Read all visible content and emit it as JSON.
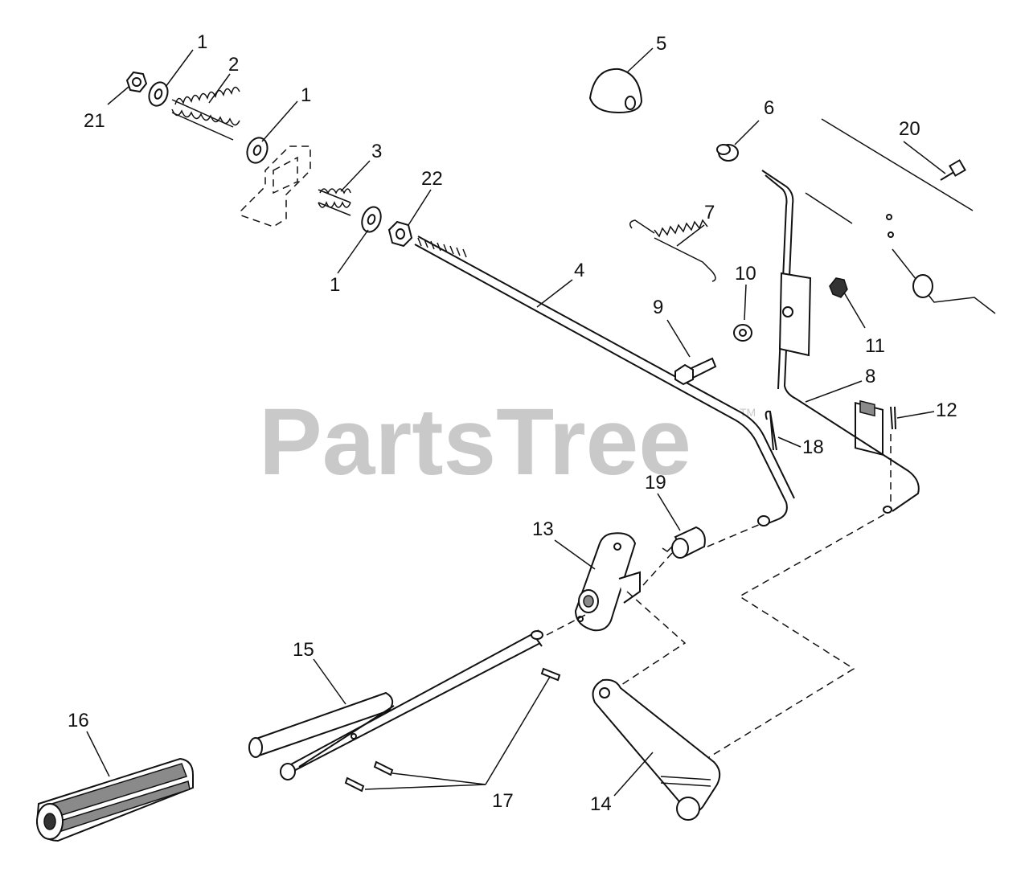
{
  "watermark": {
    "brand": "PartsTree",
    "trademark": "TM"
  },
  "callouts": {
    "c1a": "1",
    "c1b": "1",
    "c1c": "1",
    "c2": "2",
    "c3": "3",
    "c4": "4",
    "c5": "5",
    "c6": "6",
    "c7": "7",
    "c8": "8",
    "c9": "9",
    "c10": "10",
    "c11": "11",
    "c12": "12",
    "c13": "13",
    "c14": "14",
    "c15": "15",
    "c16": "16",
    "c17": "17",
    "c18": "18",
    "c19": "19",
    "c20": "20",
    "c21": "21",
    "c22": "22"
  }
}
